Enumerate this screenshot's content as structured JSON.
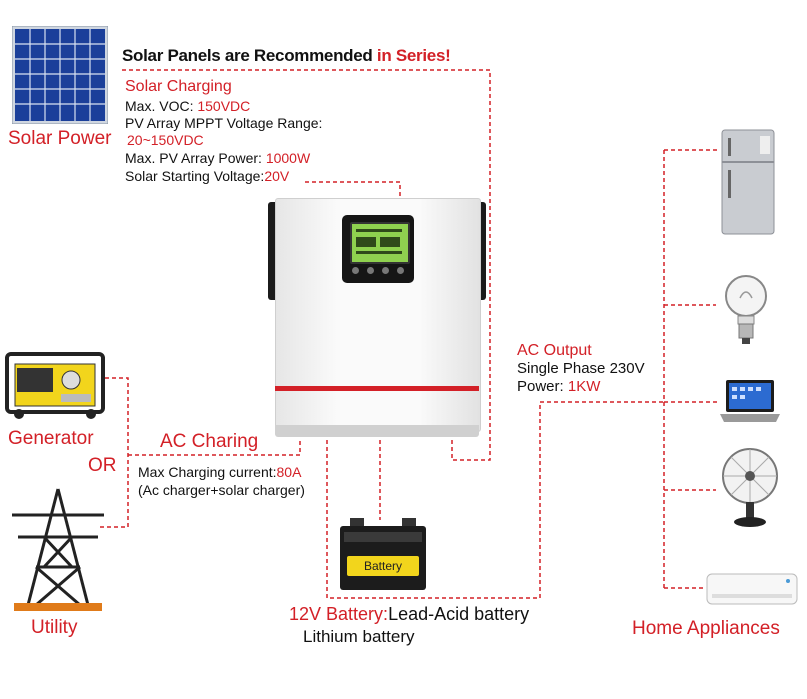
{
  "solar": {
    "title_prefix": "Solar Panels are Recommended ",
    "title_suffix": "in Series!",
    "heading": "Solar Charging",
    "voc_label": "Max. VOC: ",
    "voc_value": "150VDC",
    "mppt_label": "PV Array MPPT Voltage Range:",
    "mppt_value": "20~150VDC",
    "power_label": "Max. PV Array Power: ",
    "power_value": "1000W",
    "start_label": "Solar Starting Voltage:",
    "start_value": "20V",
    "source_label": "Solar Power"
  },
  "ac_input": {
    "generator_label": "Generator",
    "or_label": "OR",
    "utility_label": "Utility",
    "heading": "AC Charing",
    "current_label": "Max Charging current:",
    "current_value": "80A",
    "note": "(Ac charger+solar charger)"
  },
  "ac_output": {
    "heading": "AC Output",
    "phase": "Single Phase 230V",
    "power_label": "Power: ",
    "power_value": "1KW"
  },
  "battery": {
    "label_red": "12V Battery:",
    "type1": "Lead-Acid battery",
    "type2": "Lithium battery",
    "icon_text": "Battery"
  },
  "appliances": {
    "label": "Home Appliances"
  },
  "colors": {
    "accent_red": "#d32027",
    "inverter_body": "#f4f4f4",
    "lcd_green": "#8fd14f",
    "dashed_line": "#d32027"
  }
}
